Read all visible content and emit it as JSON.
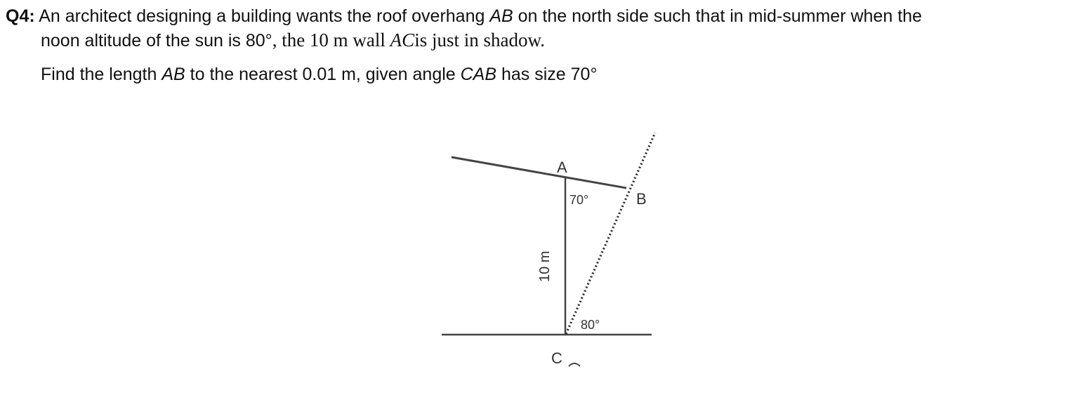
{
  "question": {
    "label": "Q4:",
    "line1": " An architect designing a building wants the roof overhang ",
    "seg_ab": "AB",
    "line1_end": " on the north side such that in mid-summer when the",
    "line2_a": "noon altitude of the sun is 80°",
    "line2_b": ", the 10 m wall ",
    "seg_ac": "AC",
    "line2_c": "is just in shadow.",
    "line3_a": "Find the length ",
    "line3_seg": "AB",
    "line3_b": " to the nearest 0.01 m, given angle ",
    "line3_angle": "CAB",
    "line3_c": " has size 70°"
  },
  "diagram": {
    "point_a": "A",
    "point_b": "B",
    "point_c": "C",
    "angle_at_a": "70°",
    "angle_at_c": "80°",
    "wall_length": "10 m"
  }
}
